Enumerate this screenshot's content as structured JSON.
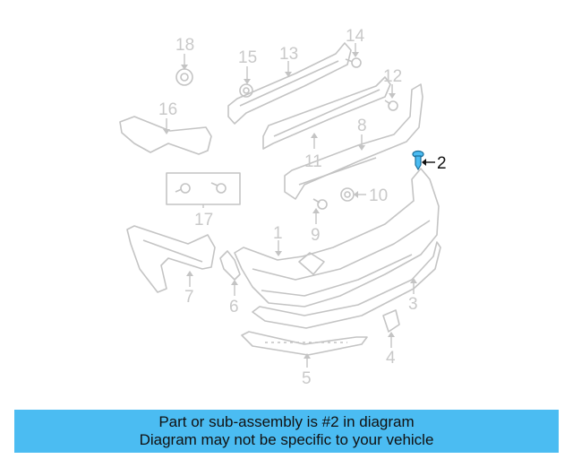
{
  "diagram": {
    "highlight_color": "#4bbcf2",
    "callouts": {
      "c1": "1",
      "c2": "2",
      "c3": "3",
      "c4": "4",
      "c5": "5",
      "c6": "6",
      "c7": "7",
      "c8": "8",
      "c9": "9",
      "c10": "10",
      "c11": "11",
      "c12": "12",
      "c13": "13",
      "c14": "14",
      "c15": "15",
      "c16": "16",
      "c17": "17",
      "c18": "18"
    }
  },
  "banner": {
    "line1": "Part or sub-assembly is #2 in diagram",
    "line2": "Diagram may not be specific to your vehicle",
    "color": "#4bbcf2"
  }
}
